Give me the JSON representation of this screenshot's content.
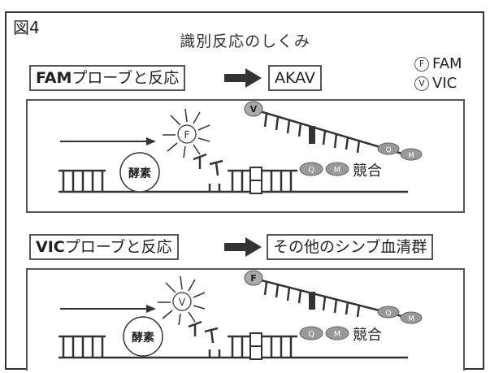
{
  "figure_label": "図4",
  "title": "識別反応のしくみ",
  "top": {
    "probe_bold": "FAM",
    "probe_rest": "プローブと反応",
    "result": "AKAV",
    "probe_circle": "F",
    "free_probe_circle": "V",
    "enzyme": "酵素",
    "quencher_q": "Q",
    "quencher_m": "M",
    "competition": "競合"
  },
  "bottom": {
    "probe_bold": "VIC",
    "probe_rest": "プローブと反応",
    "result": "その他のシンブ血清群",
    "probe_circle": "V",
    "free_probe_circle": "F",
    "enzyme": "酵素",
    "quencher_q": "Q",
    "quencher_m": "M",
    "competition": "競合"
  },
  "legend": {
    "f_symbol": "F",
    "f_label": "FAM",
    "v_symbol": "V",
    "v_label": "VIC"
  }
}
